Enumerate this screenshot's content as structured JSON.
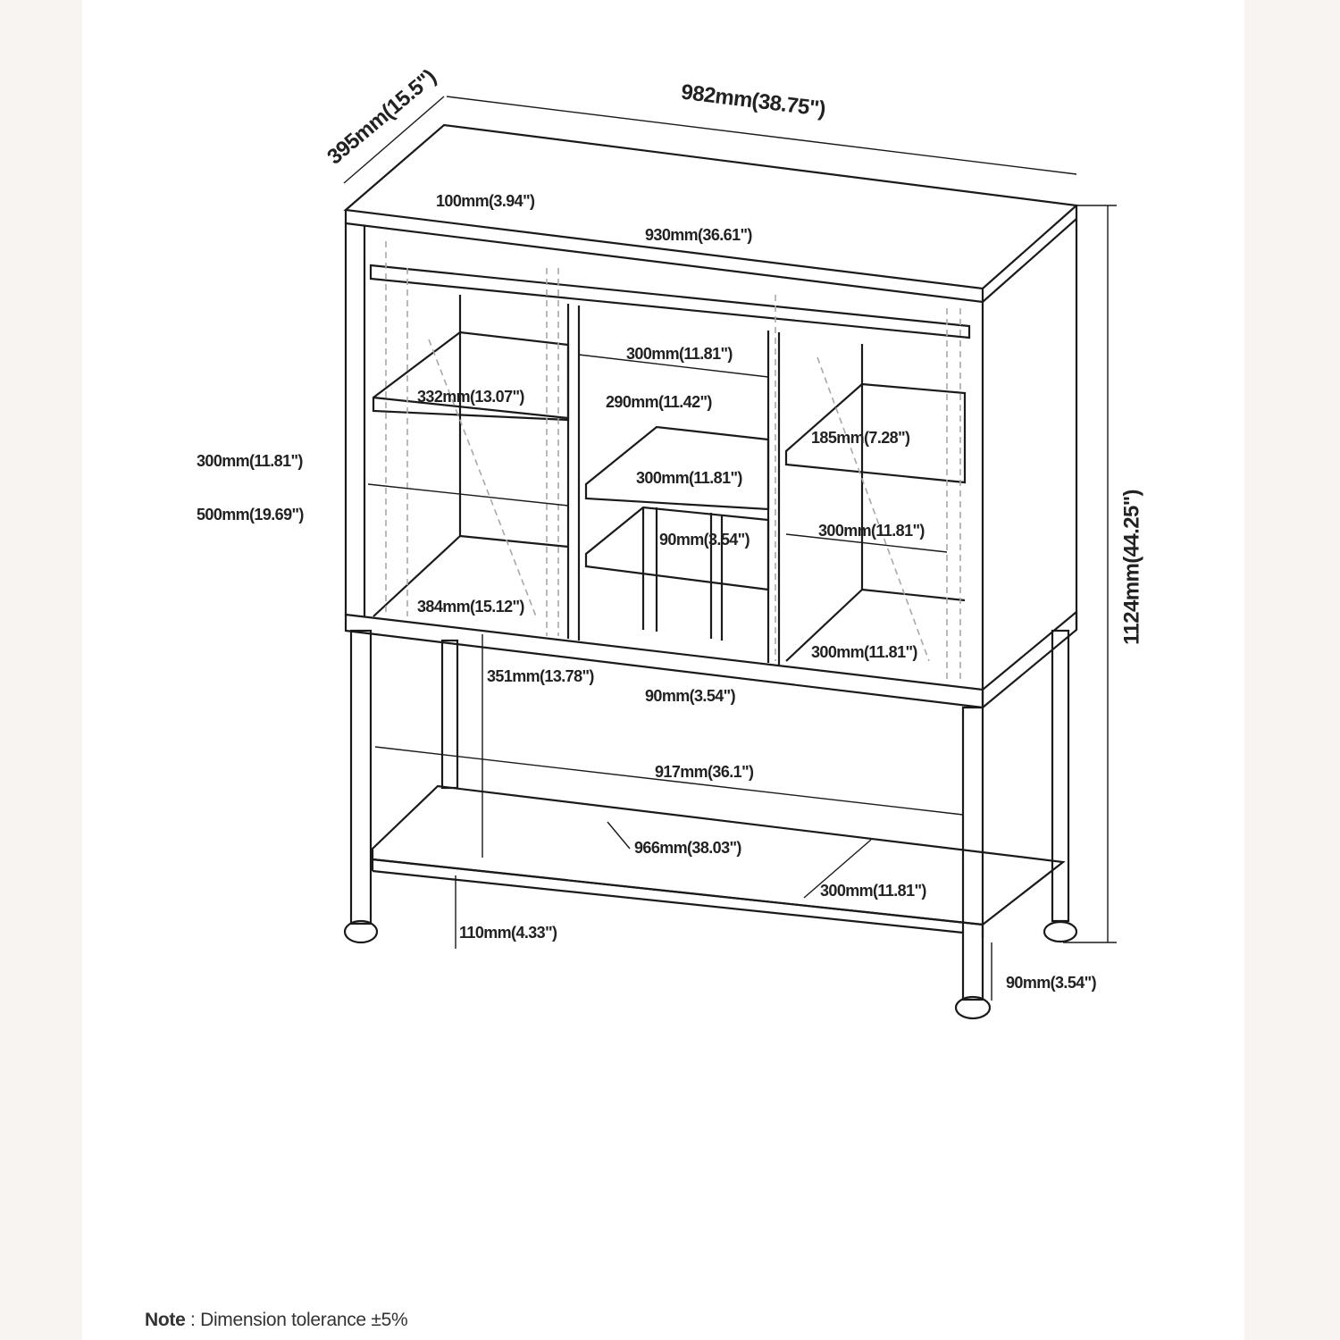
{
  "dimensions": {
    "depth": "395mm(15.5\")",
    "width": "982mm(38.75\")",
    "height": "1124mm(44.25\")",
    "top_rail": "100mm(3.94\")",
    "inner_width": "930mm(36.61\")",
    "center_width": "300mm(11.81\")",
    "left_shelf_depth": "332mm(13.07\")",
    "center_height": "290mm(11.42\")",
    "right_upper_height": "185mm(7.28\")",
    "left_side_depth": "300mm(11.81\")",
    "center_shelf_width": "300mm(11.81\")",
    "left_height": "500mm(19.69\")",
    "wine_slot": "90mm(3.54\")",
    "right_width": "300mm(11.81\")",
    "left_bottom_width": "384mm(15.12\")",
    "right_lower_height": "300mm(11.81\")",
    "leg_clearance": "351mm(13.78\")",
    "wine_slot_lower": "90mm(3.54\")",
    "bottom_shelf_width": "917mm(36.1\")",
    "leg_span": "966mm(38.03\")",
    "bottom_shelf_depth": "300mm(11.81\")",
    "floor_clearance": "110mm(4.33\")",
    "leg_offset": "90mm(3.54\")"
  },
  "note": {
    "label": "Note",
    "text": " : Dimension tolerance ±5%"
  }
}
